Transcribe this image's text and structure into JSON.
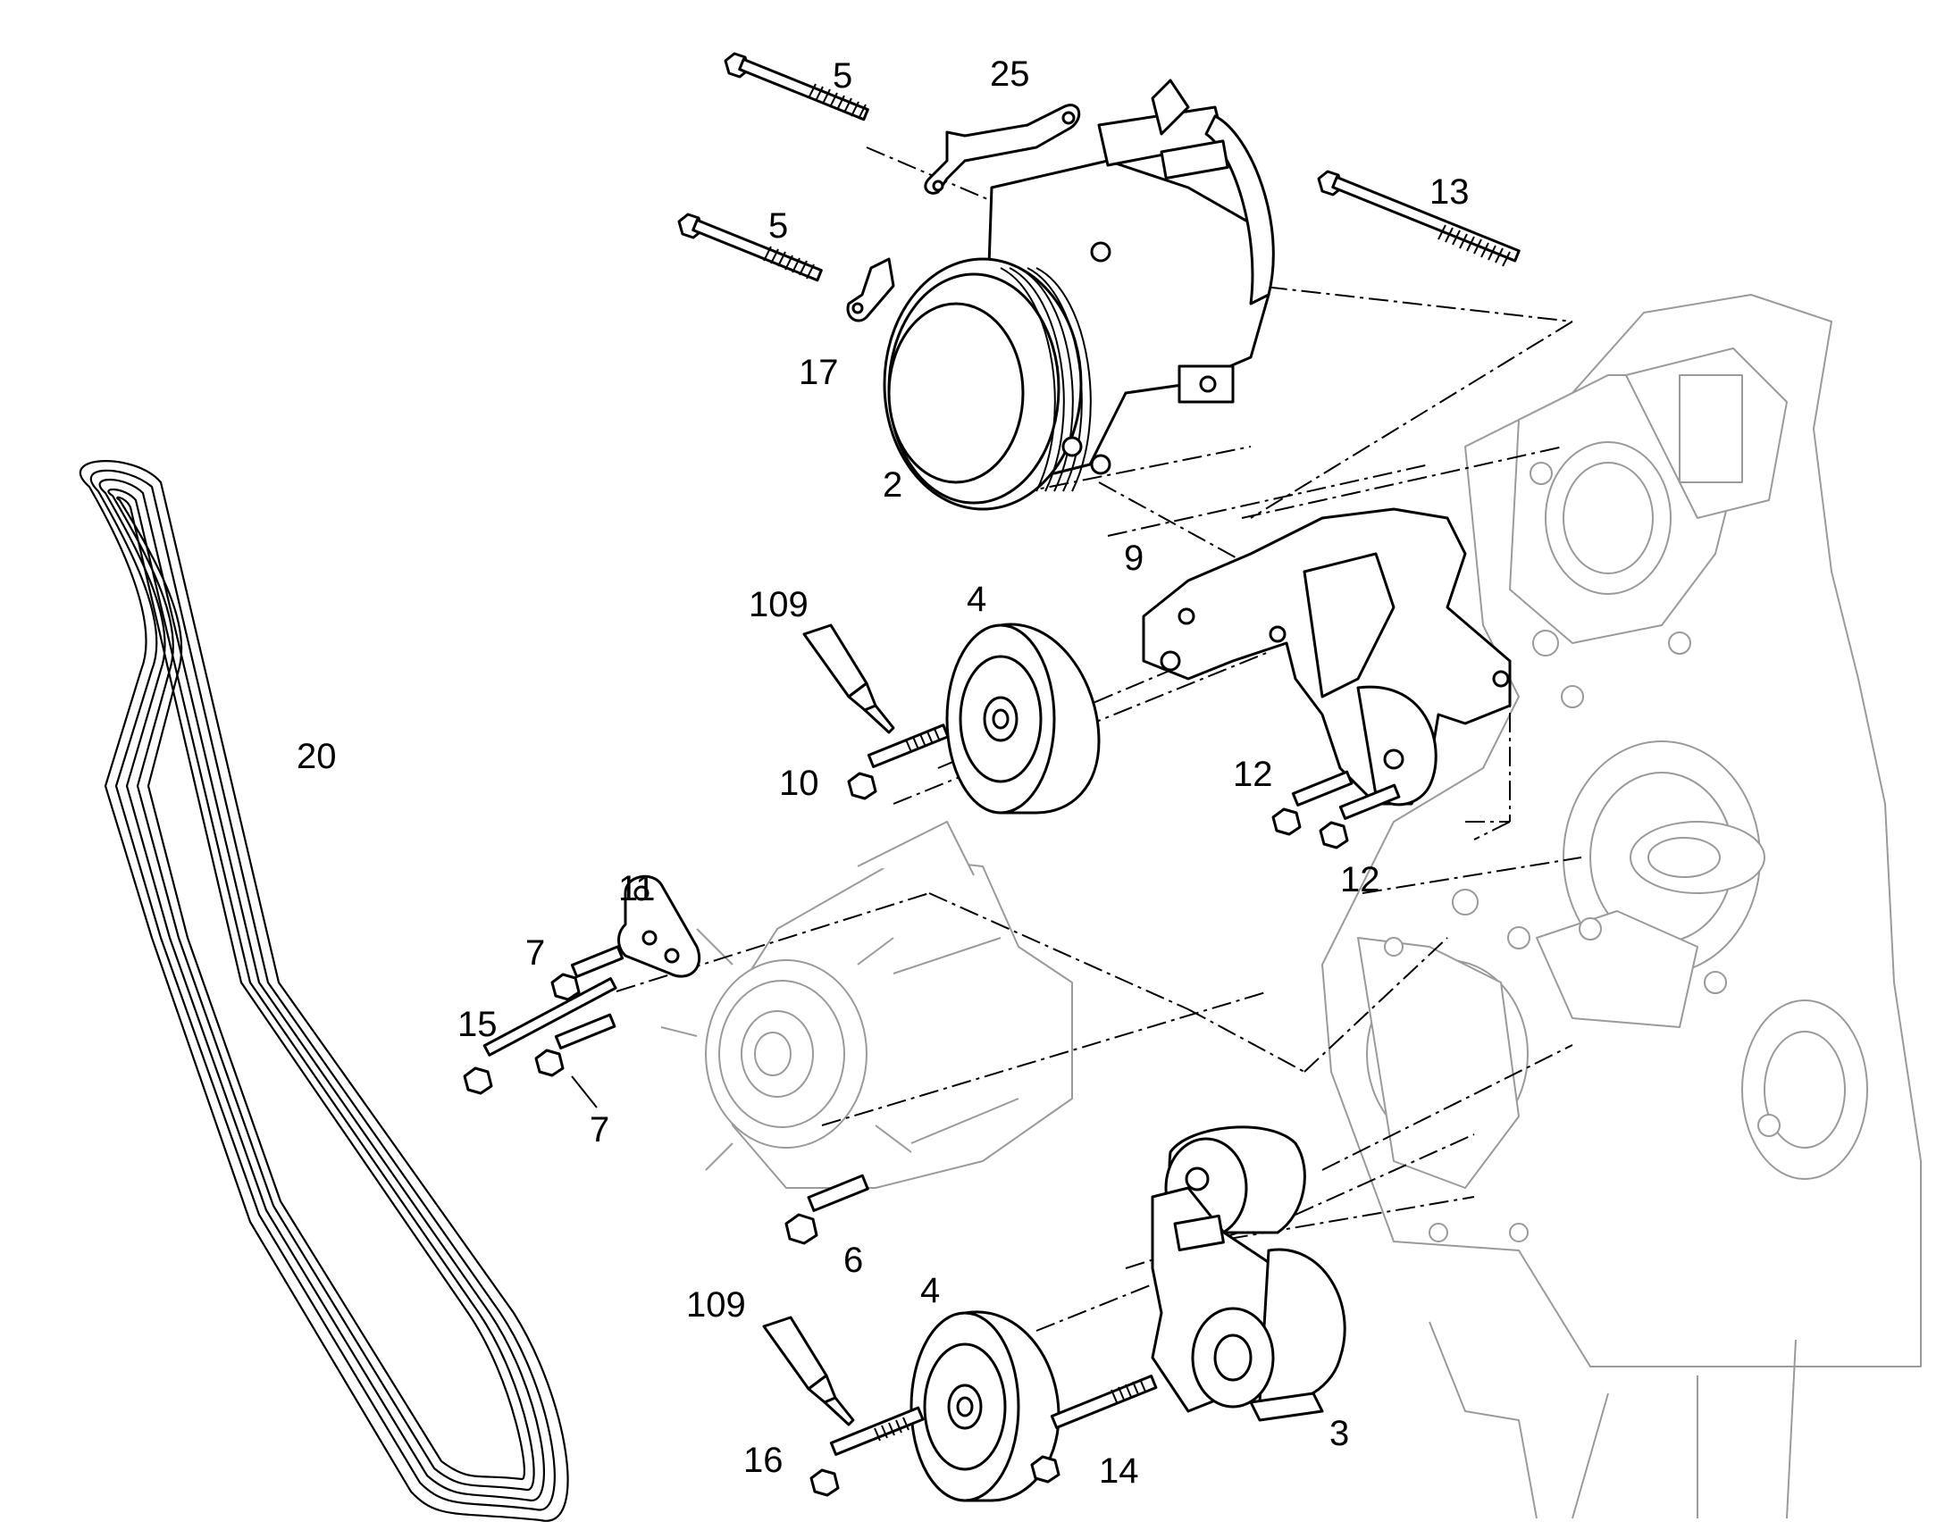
{
  "callouts": {
    "l_5a": "5",
    "l_25": "25",
    "l_5b": "5",
    "l_13": "13",
    "l_17": "17",
    "l_2": "2",
    "l_9": "9",
    "l_109a": "109",
    "l_4a": "4",
    "l_20": "20",
    "l_10": "10",
    "l_12a": "12",
    "l_12b": "12",
    "l_11": "11",
    "l_7a": "7",
    "l_15": "15",
    "l_7b": "7",
    "l_6": "6",
    "l_109b": "109",
    "l_4b": "4",
    "l_3": "3",
    "l_16": "16",
    "l_14": "14"
  }
}
